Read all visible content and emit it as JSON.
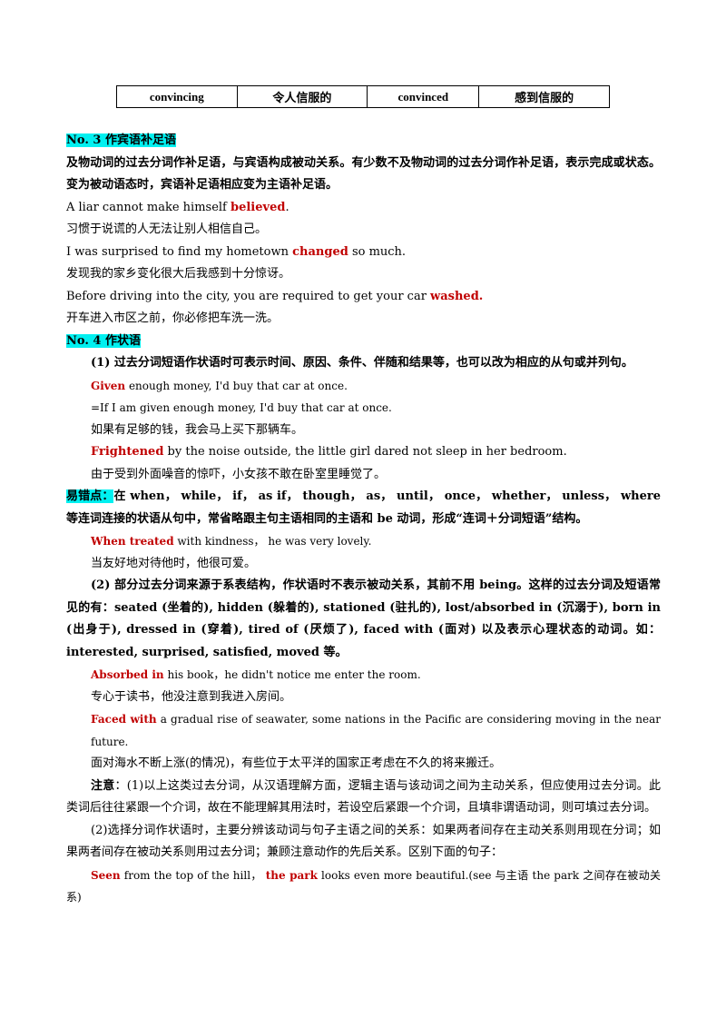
{
  "table": {
    "c1": "convincing",
    "c2": "令人信服的",
    "c3": "convinced",
    "c4": "感到信服的"
  },
  "no3": {
    "heading": "No. 3   作宾语补足语",
    "rule": "及物动词的过去分词作补足语，与宾语构成被动关系。有少数不及物动词的过去分词作补足语，表示完成或状态。变为被动语态时，宾语补足语相应变为主语补足语。",
    "ex1_pre": "A liar cannot make himself ",
    "ex1_red": "believed",
    "ex1_post": ".",
    "ex1_cn": "习惯于说谎的人无法让别人相信自己。",
    "ex2_pre": "I was surprised to find my hometown ",
    "ex2_red": "changed",
    "ex2_post": " so much.",
    "ex2_cn": "发现我的家乡变化很大后我感到十分惊讶。",
    "ex3_pre": "Before driving into the city, you are required to get your car ",
    "ex3_red": "washed.",
    "ex3_cn": "开车进入市区之前，你必修把车洗一洗。"
  },
  "no4": {
    "heading": "No. 4   作状语",
    "p1": "(1) 过去分词短语作状语时可表示时间、原因、条件、伴随和结果等，也可以改为相应的从句或并列句。",
    "g_red": "Given",
    "g_post": " enough money, I'd buy that car at once.",
    "g_alt": "=If I am given enough money, I'd buy that car at once.",
    "g_cn": "如果有足够的钱，我会马上买下那辆车。",
    "f_red": "Frightened",
    "f_post": " by the noise outside, the little girl dared not sleep in her bedroom.",
    "f_cn": "由于受到外面噪音的惊吓，小女孩不敢在卧室里睡觉了。",
    "err_label": "易错点：",
    "err_text": "在 when， while， if， as if， though， as， until， once， whether， unless， where 等连词连接的状语从句中，常省略跟主句主语相同的主语和 be 动词，形成“连词＋分词短语”结构。",
    "w_red": "When treated",
    "w_post": " with kindness， he was very lovely.",
    "w_cn": "当友好地对待他时，他很可爱。",
    "p2": "(2) 部分过去分词来源于系表结构，作状语时不表示被动关系，其前不用 being。这样的过去分词及短语常见的有：seated (坐着的), hidden (躲着的), stationed (驻扎的), lost/absorbed in (沉溺于), born in (出身于), dressed in (穿着), tired of (厌烦了), faced with (面对) 以及表示心理状态的动词。如：interested, surprised, satisfied, moved 等。",
    "a_red": "Absorbed in",
    "a_post": " his book，he didn't notice me enter the room.",
    "a_cn": "专心于读书，他没注意到我进入房间。",
    "fw_red": "Faced with",
    "fw_post": " a gradual rise of seawater, some nations in the Pacific are considering moving in the near future.",
    "fw_cn": "面对海水不断上涨(的情况)，有些位于太平洋的国家正考虑在不久的将来搬迁。",
    "note_label": "注意",
    "note1": "：(1)以上这类过去分词，从汉语理解方面，逻辑主语与该动词之间为主动关系，但应使用过去分词。此类词后往往紧跟一个介词，故在不能理解其用法时，若设空后紧跟一个介词，且填非谓语动词，则可填过去分词。",
    "note2": "(2)选择分词作状语时，主要分辨该动词与句子主语之间的关系：如果两者间存在主动关系则用现在分词；如果两者间存在被动关系则用过去分词；兼顾注意动作的先后关系。区别下面的句子：",
    "s_red1": "Seen",
    "s_mid": " from the top of the hill， ",
    "s_red2": "the park",
    "s_post": " looks even more beautiful.(see 与主语 the park 之间存在被动关系)"
  }
}
